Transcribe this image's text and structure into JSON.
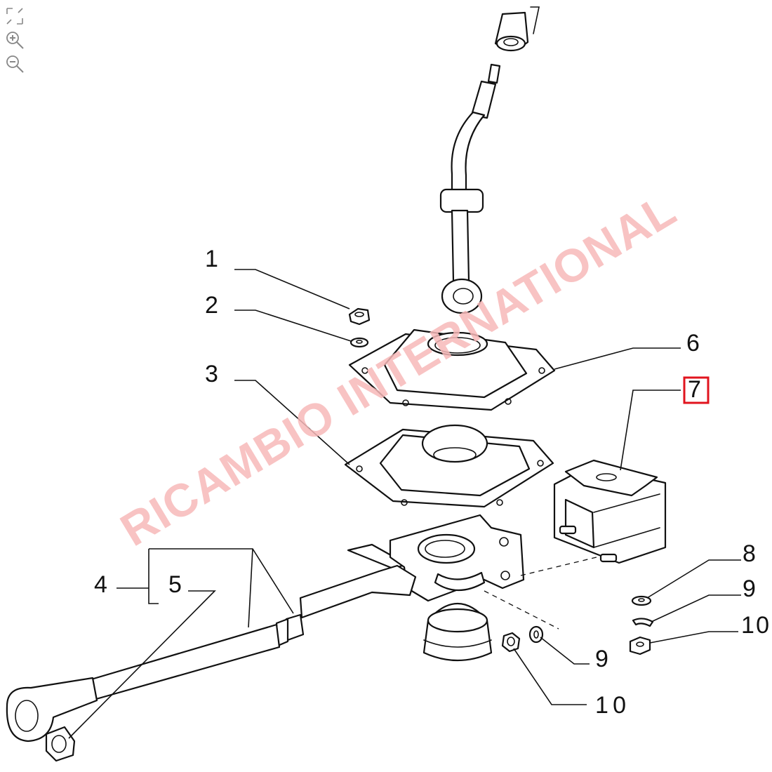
{
  "toolbar": {
    "icons": [
      "fit-screen-icon",
      "zoom-in-icon",
      "zoom-out-icon"
    ]
  },
  "diagram": {
    "watermark": "RICAMBIO INTERNATIONAL",
    "callouts": {
      "c1": "1",
      "c2": "2",
      "c3": "3",
      "c4": "4",
      "c5": "5",
      "c6": "6",
      "c7": "7",
      "c8": "8",
      "c9a": "9",
      "c9b": "9",
      "c10a": "10",
      "c10b": "10"
    },
    "highlighted_callout": "7",
    "colors": {
      "highlight": "#e1141e",
      "watermark": "#f7b8b8",
      "line": "#111111"
    }
  }
}
